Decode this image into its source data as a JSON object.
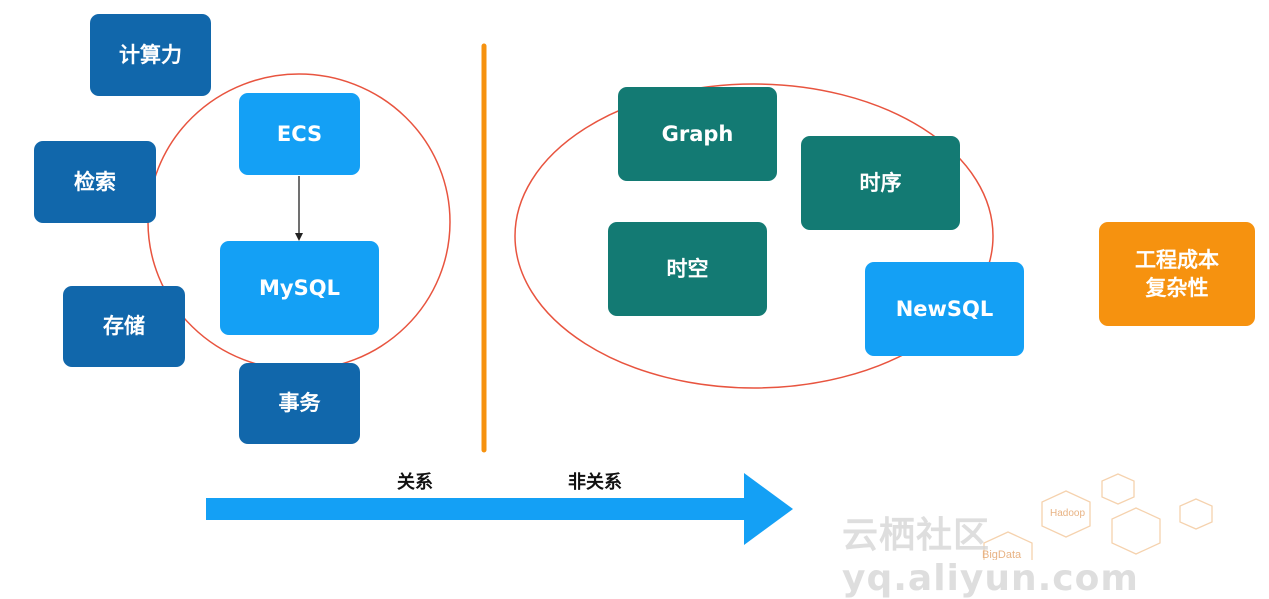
{
  "left_group": {
    "compute": "计算力",
    "search": "检索",
    "storage": "存储",
    "transaction": "事务"
  },
  "relational": {
    "ecs": "ECS",
    "mysql": "MySQL"
  },
  "nonrelational": {
    "graph": "Graph",
    "timeseries": "时序",
    "spatial": "时空",
    "newsql": "NewSQL"
  },
  "cost": {
    "line1": "工程成本",
    "line2": "复杂性"
  },
  "axis": {
    "relational_label": "关系",
    "nonrelational_label": "非关系"
  },
  "watermark": {
    "text": "云栖社区 yq.aliyun.com",
    "hex_words": [
      "Hadoop",
      "BigData"
    ]
  },
  "colors": {
    "dark_blue": "#1167ab",
    "light_blue": "#14a0f5",
    "teal": "#137a73",
    "orange": "#f6920f",
    "ellipse_red": "#e8543f"
  }
}
